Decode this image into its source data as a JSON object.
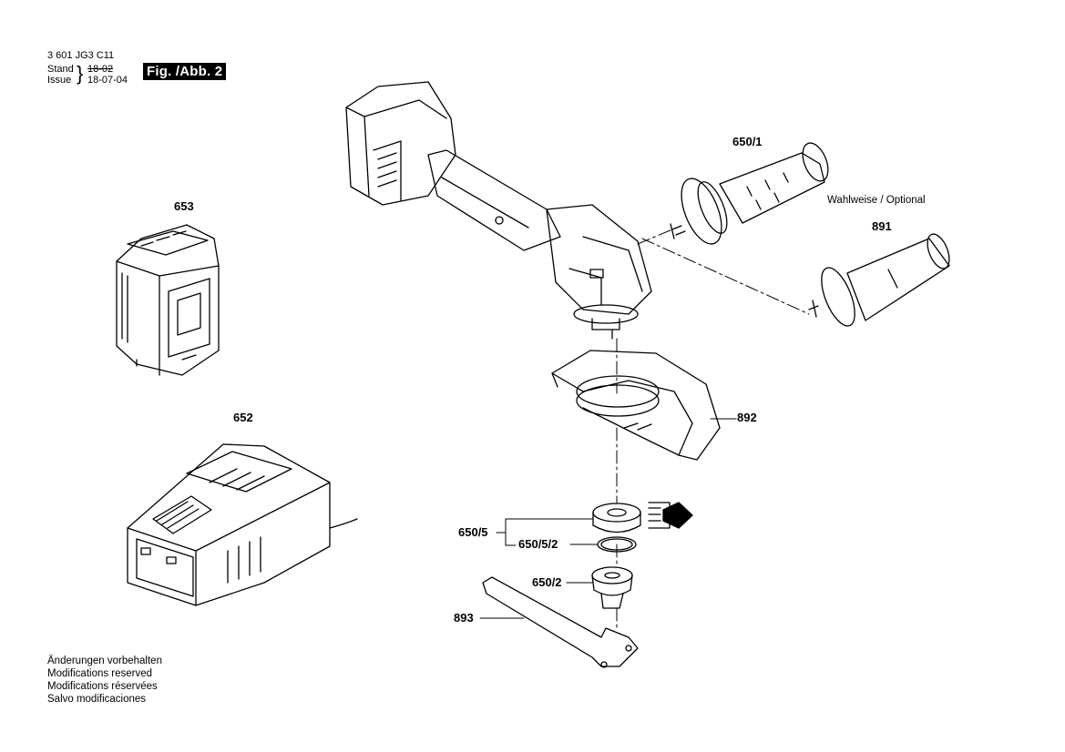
{
  "header": {
    "part_number": "3 601 JG3 C11",
    "stand_label": "Stand",
    "issue_label": "Issue",
    "stand_value": "18-02",
    "issue_value": "18-07-04",
    "figure_label": "Fig. /Abb. 2"
  },
  "labels": {
    "p653": "653",
    "p652": "652",
    "p650_1": "650/1",
    "p891": "891",
    "p892": "892",
    "p650_5": "650/5",
    "p650_5_2": "650/5/2",
    "p650_2": "650/2",
    "p893": "893",
    "optional_note": "Wahlweise / Optional"
  },
  "footer": {
    "lines": [
      "Änderungen vorbehalten",
      "Modifications reserved",
      "Modifications réservées",
      "Salvo modificaciones"
    ]
  },
  "colors": {
    "ink": "#000000",
    "paper": "#ffffff"
  }
}
